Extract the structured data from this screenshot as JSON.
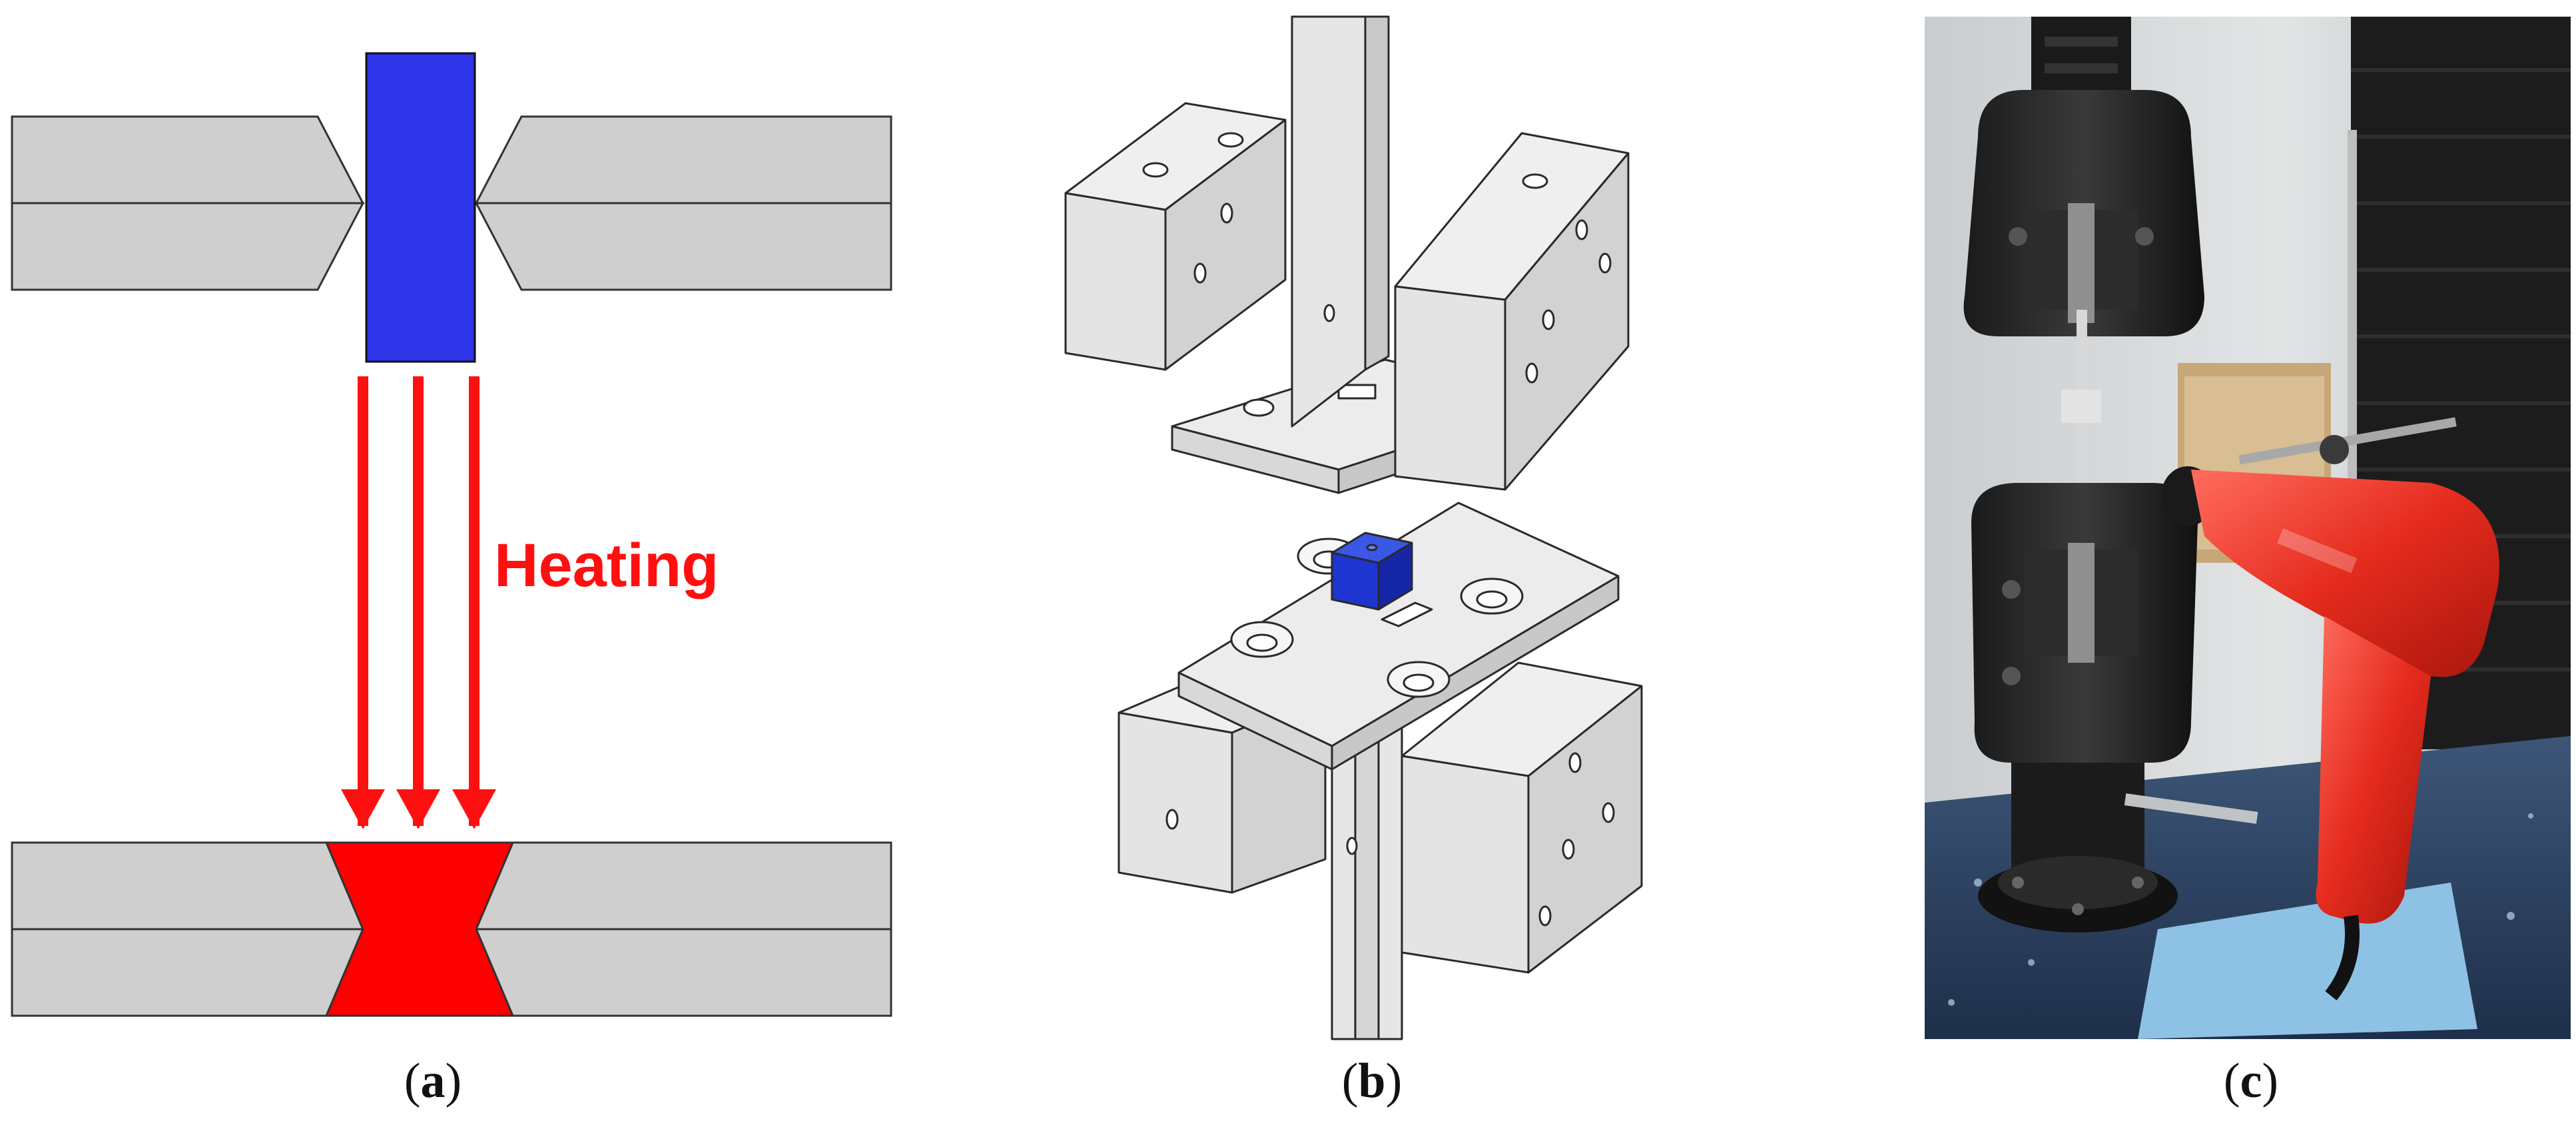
{
  "panels": {
    "a": {
      "heating_label": "Heating",
      "caption_open": "(",
      "caption_letter": "a",
      "caption_close": ")"
    },
    "b": {
      "caption_open": "(",
      "caption_letter": "b",
      "caption_close": ")"
    },
    "c": {
      "caption_open": "(",
      "caption_letter": "c",
      "caption_close": ")"
    }
  },
  "colors": {
    "sheet_gray": "#cfcfcf",
    "insert_blue": "#2e35e8",
    "heated_red": "#ff0000",
    "arrow_red": "#ff1010"
  }
}
